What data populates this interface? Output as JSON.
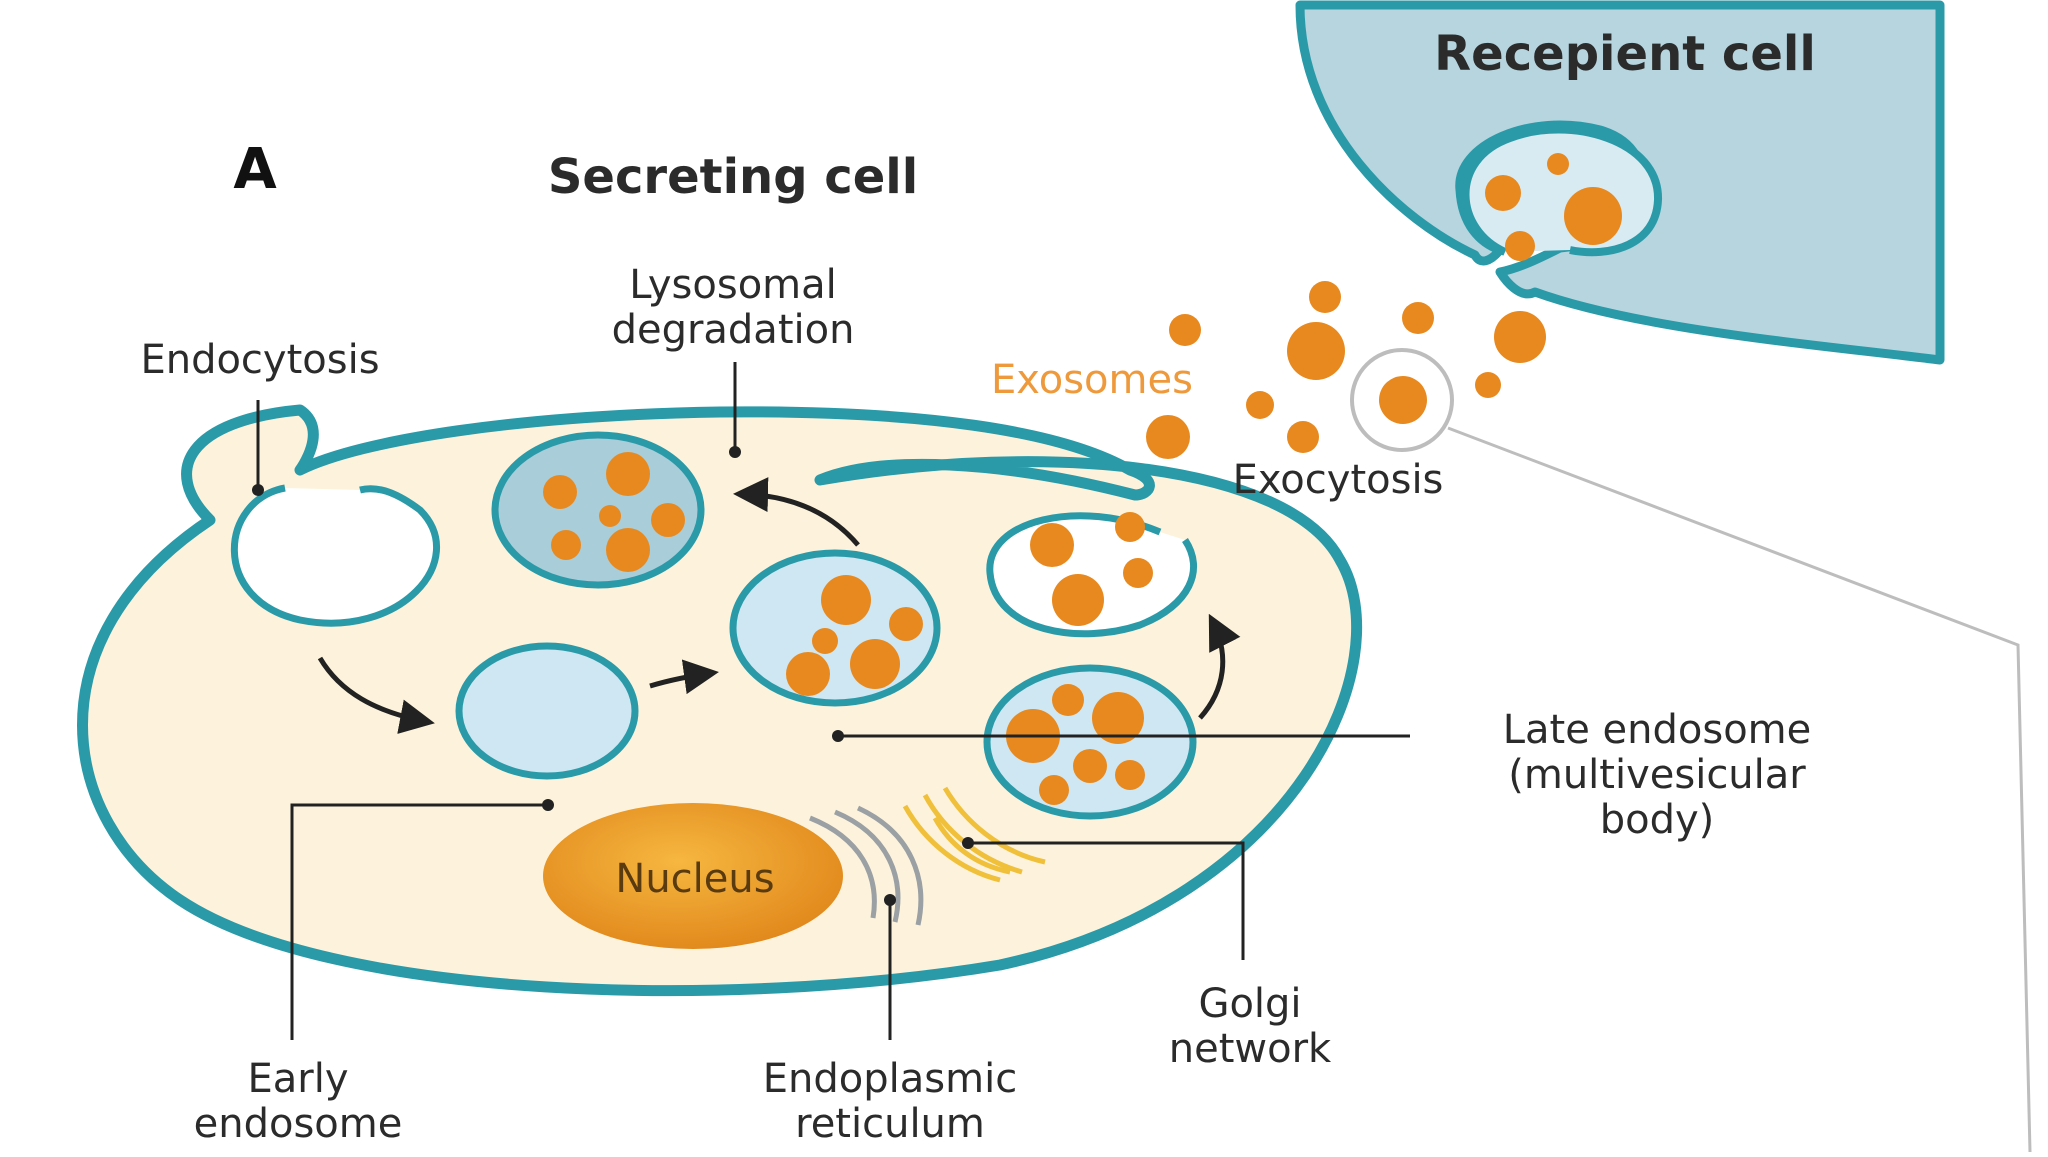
{
  "panel_letter": "A",
  "labels": {
    "secreting_cell": "Secreting cell",
    "recipient_cell": "Recepient cell",
    "lysosomal_line1": "Lysosomal",
    "lysosomal_line2": "degradation",
    "endocytosis": "Endocytosis",
    "exosomes": "Exosomes",
    "exocytosis": "Exocytosis",
    "late_line1": "Late endosome",
    "late_line2": "(multivesicular",
    "late_line3": "body)",
    "nucleus": "Nucleus",
    "golgi_line1": "Golgi",
    "golgi_line2": "network",
    "early_line1": "Early",
    "early_line2": "endosome",
    "er_line1": "Endoplasmic",
    "er_line2": "reticulum"
  },
  "colors": {
    "membrane": "#2a9aa8",
    "cytoplasm": "#fdf3dc",
    "vesicle_fill": "#cfe7f2",
    "lysosome_fill": "#a9cdd9",
    "exosome": "#e8891f",
    "nucleus": "#ea9a1f",
    "recipient_fill": "#b6d5df",
    "golgi": "#f0c03a",
    "er": "#9aa0a3",
    "exosome_text": "#ee9a3c",
    "text": "#2b2b2b"
  }
}
